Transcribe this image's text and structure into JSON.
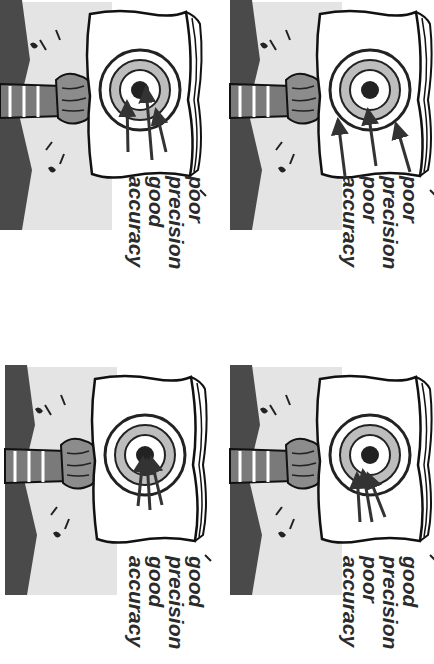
{
  "diagram": {
    "labels": [
      "poor precision good accuracy",
      "poor precision poor accuracy",
      "good precision good accuracy",
      "good precision poor accuracy"
    ]
  }
}
